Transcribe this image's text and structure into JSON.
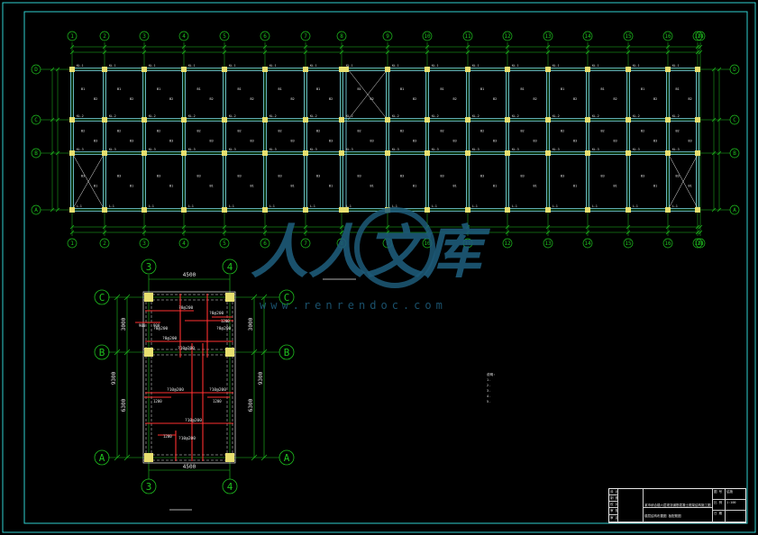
{
  "colors": {
    "background": "#000000",
    "frame": "#2fd0d0",
    "beam": "#7fe0ee",
    "axis": "#1fc21f",
    "column": "#e8e070",
    "rebar": "#ff3030",
    "text": "#e8e8e8",
    "watermark": "#1d5a78"
  },
  "plan": {
    "axis_numbers": [
      "1",
      "2",
      "3",
      "4",
      "5",
      "6",
      "7",
      "8",
      "9",
      "10",
      "11",
      "12",
      "13",
      "14",
      "15",
      "16",
      "17",
      "18"
    ],
    "axis_letters_top_to_bottom": [
      "D",
      "C",
      "B",
      "A"
    ],
    "column_tags": [
      "KZ-1",
      "KZ-2",
      "KZ-3"
    ],
    "beam_tags": [
      "KL-1",
      "KL-2",
      "KL-3",
      "L-1",
      "L-2"
    ],
    "slab_tags": [
      "B1",
      "B2",
      "B3"
    ]
  },
  "detail": {
    "axis_top_left": "3",
    "axis_top_right": "4",
    "axis_letters": [
      "C",
      "B",
      "A"
    ],
    "dim_top": "4500",
    "dim_bottom": "4500",
    "dim_left_upper": "3000",
    "dim_left_lower": "6300",
    "dim_left_total": "9300",
    "dim_right_upper": "3000",
    "dim_right_lower": "6300",
    "dim_right_total": "9300",
    "rebar_labels": [
      "?8@200",
      "?8@200",
      "?8@200",
      "?10@200",
      "?10@200",
      "?10@200",
      "?10@200",
      "?10@200",
      "?8@200",
      "?8@200"
    ],
    "small_dims": [
      "900",
      "900",
      "1200",
      "1200",
      "1200",
      "1200"
    ]
  },
  "notes": {
    "heading": "说明:",
    "lines": [
      "1.",
      "2.",
      "3.",
      "4.",
      "5."
    ]
  },
  "title_block": {
    "rows_left": [
      "设 计",
      "制 图",
      "校 对",
      "审 核",
      "审 定"
    ],
    "drawing_name": "某市综合楼六层现浇钢筋混凝土框架结构施工图",
    "sheet_name": "楼层结构布置图 板配筋图",
    "right_labels": [
      "图 号",
      "比 例",
      "日 期"
    ],
    "right_values": [
      "结施",
      "1:100",
      ""
    ]
  },
  "watermark": {
    "text_cn": "人人文库",
    "url": "www.renrendoc.com"
  }
}
